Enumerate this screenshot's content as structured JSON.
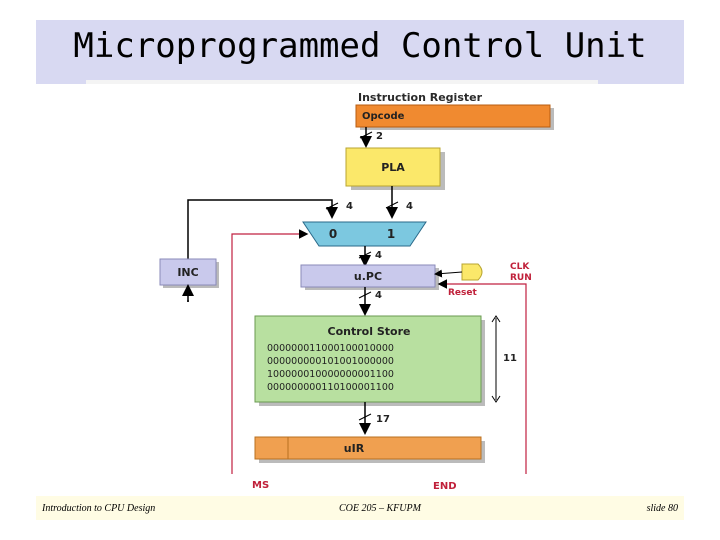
{
  "title": "Microprogrammed Control Unit",
  "footer": {
    "left": "Introduction to CPU Design",
    "center": "COE 205 – KFUPM",
    "right": "slide 80"
  },
  "diagram": {
    "instruction_register": "Instruction Register",
    "opcode": "Opcode",
    "pla": "PLA",
    "inc": "INC",
    "mux_in0": "0",
    "mux_in1": "1",
    "upc": "u.PC",
    "clk": "CLK",
    "run": "RUN",
    "reset": "Reset",
    "control_store": "Control Store",
    "control_store_rows": [
      "000000011000100010000",
      "000000000101001000000",
      "100000010000000001100",
      "000000000110100001100"
    ],
    "uir": "uIR",
    "ms": "MS",
    "end": "END",
    "bus_widths": {
      "opcode_to_pla": "2",
      "inc_to_mux": "4",
      "pla_to_mux": "4",
      "mux_to_upc": "4",
      "upc_to_store": "4",
      "store_to_uir": "17",
      "store_rows": "11"
    }
  }
}
